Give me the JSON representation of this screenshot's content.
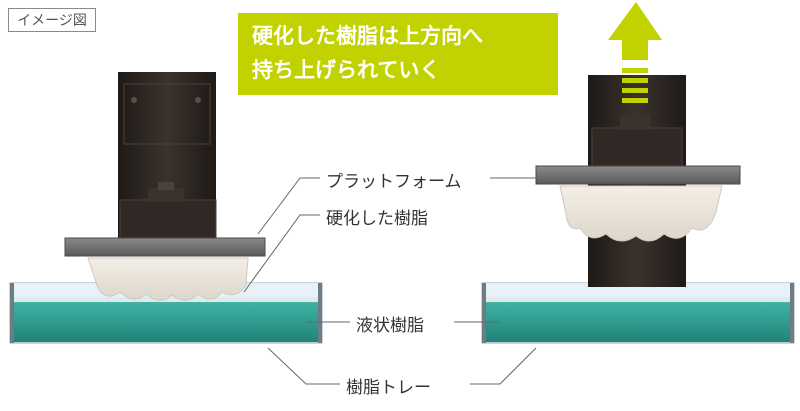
{
  "tag": "イメージ図",
  "banner": {
    "line1": "硬化した樹脂は上方向へ",
    "line2": "持ち上げられていく"
  },
  "labels": {
    "platform": "プラットフォーム",
    "cured_resin": "硬化した樹脂",
    "liquid_resin": "液状樹脂",
    "resin_tray": "樹脂トレー"
  },
  "colors": {
    "banner": "#c2d200",
    "arrow": "#c2d200",
    "resin": "#2a9c8f",
    "platform": "#6f6f6f",
    "machine": "#2b2420"
  }
}
